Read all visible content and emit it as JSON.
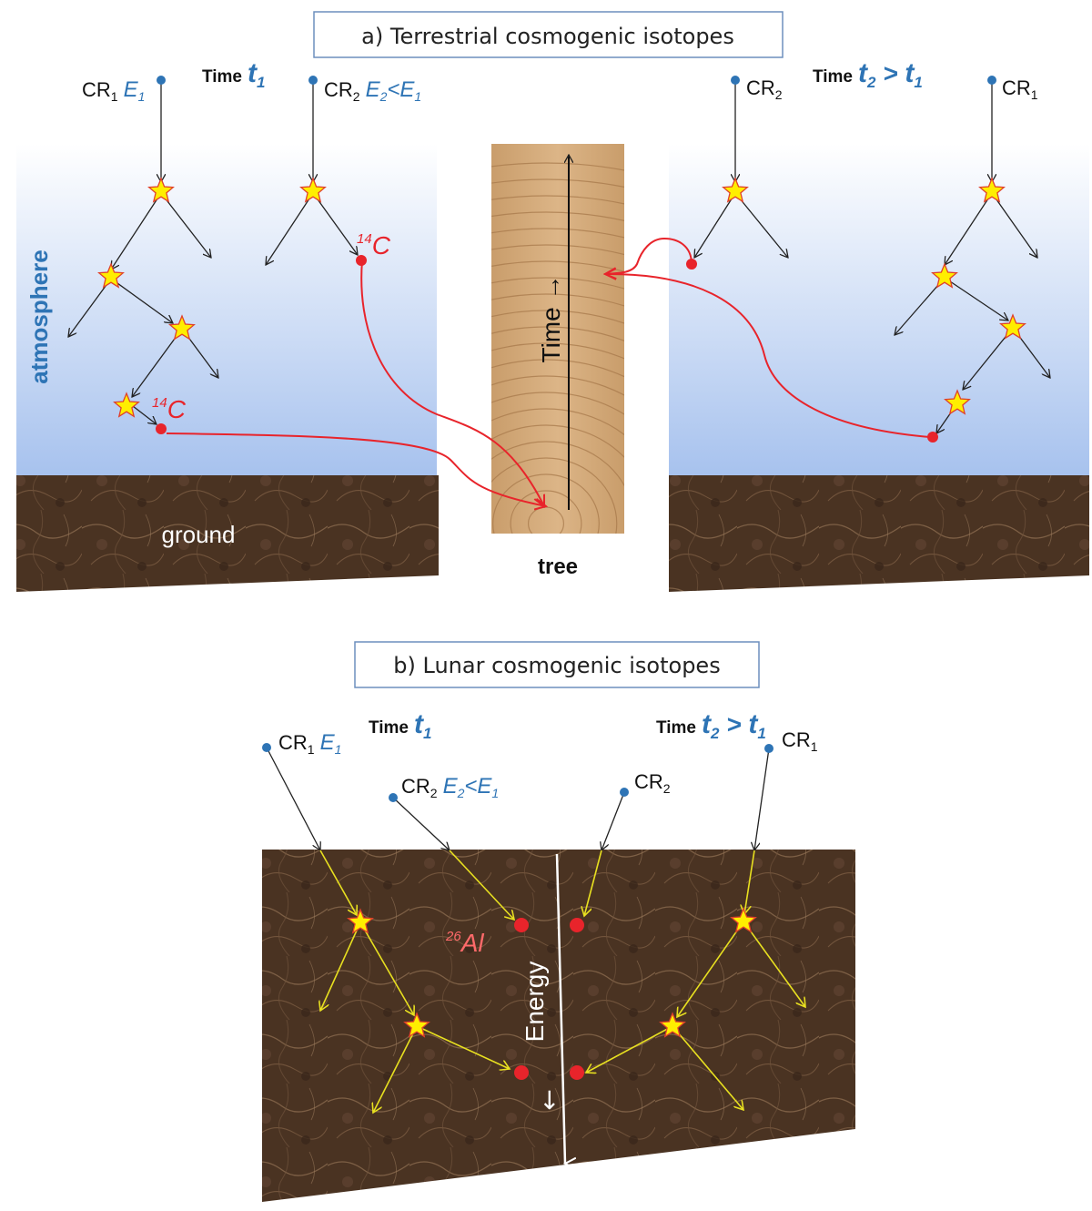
{
  "colors": {
    "cr_dot": "#2e74b5",
    "label_blue": "#2e74b5",
    "isotope_red": "#e8242b",
    "lunar_isotope": "#ff6a6a",
    "atmosphere_top": "#ffffff",
    "atmosphere_bottom": "#aac4ee",
    "ground": "#4a3322",
    "wood": "#d6ae80",
    "star_fill": "#ffee00",
    "star_stroke": "#e0402a",
    "lunar_track": "#e8e020"
  },
  "panel_a": {
    "title": "a) Terrestrial cosmogenic isotopes",
    "atmosphere_label": "atmosphere",
    "ground_label": "ground",
    "tree_label": "tree",
    "tree_axis_label": "Time →",
    "time1": {
      "word": "Time",
      "t": "t",
      "sub": "1"
    },
    "time2": {
      "word": "Time",
      "t": "t",
      "sub": "2",
      "rel": " > ",
      "t2": "t",
      "sub2": "1"
    },
    "isotope": {
      "sup": "14",
      "base": "C"
    },
    "cr_left_1": {
      "base": "CR",
      "sub": "1",
      "energy": "E",
      "energy_sub": "1"
    },
    "cr_left_2": {
      "base": "CR",
      "sub": "2",
      "energy": "E",
      "energy_sub": "2",
      "rel": "<",
      "energy2": "E",
      "energy2_sub": "1"
    },
    "cr_right_2": {
      "base": "CR",
      "sub": "2"
    },
    "cr_right_1": {
      "base": "CR",
      "sub": "1"
    }
  },
  "panel_b": {
    "title": "b) Lunar cosmogenic isotopes",
    "axis_label": "Energy",
    "axis_arrow": "→",
    "time1": {
      "word": "Time",
      "t": "t",
      "sub": "1"
    },
    "time2": {
      "word": "Time",
      "t": "t",
      "sub": "2",
      "rel": " > ",
      "t2": "t",
      "sub2": "1"
    },
    "isotope": {
      "sup": "26",
      "base": "Al"
    },
    "cr_1": {
      "base": "CR",
      "sub": "1",
      "energy": "E",
      "energy_sub": "1"
    },
    "cr_2": {
      "base": "CR",
      "sub": "2",
      "energy": "E",
      "energy_sub": "2",
      "rel": "<",
      "energy2": "E",
      "energy2_sub": "1"
    },
    "cr_right_2": {
      "base": "CR",
      "sub": "2"
    },
    "cr_right_1": {
      "base": "CR",
      "sub": "1"
    }
  }
}
